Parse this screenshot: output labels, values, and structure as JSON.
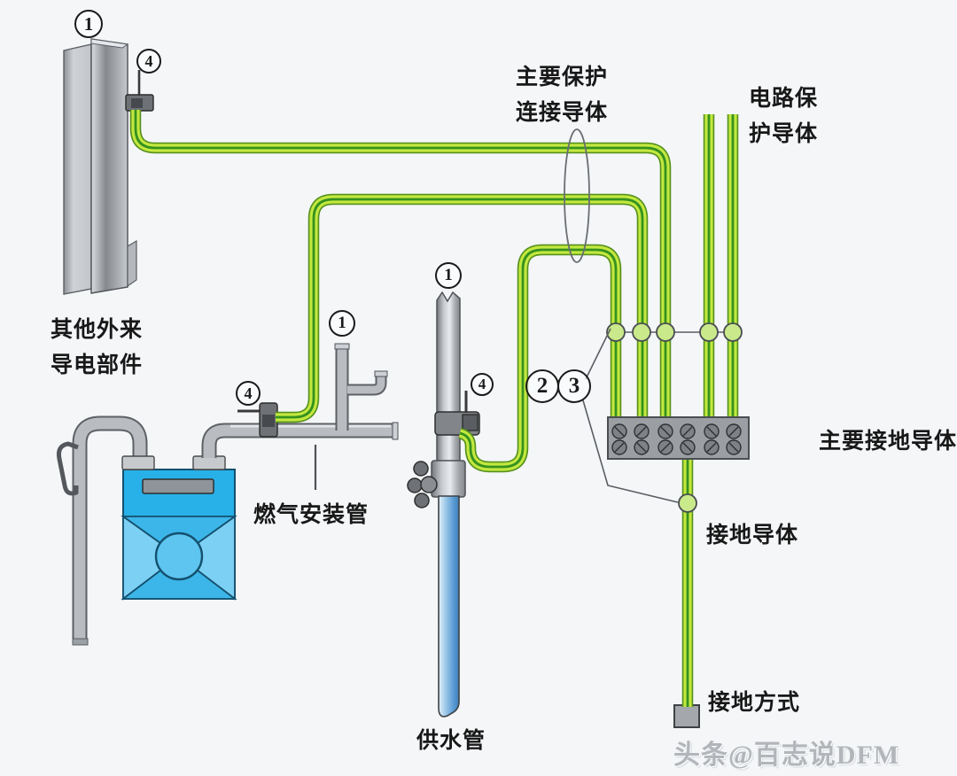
{
  "labels": {
    "main_protective_bonding": "主要保护\n连接导体",
    "circuit_protective_conductor": "电路保\n护导体",
    "other_external_conductive_parts": "其他外来\n导电部件",
    "gas_installation_pipe": "燃气安装管",
    "water_supply_pipe": "供水管",
    "main_earthing_conductor": "主要接地导体",
    "earthing_conductor": "接地导体",
    "earthing_method": "接地方式"
  },
  "markers": {
    "beam_part": "1",
    "beam_clamp": "4",
    "gas_pipe_part": "1",
    "gas_clamp": "4",
    "water_pipe_part": "1",
    "water_clamp": "4",
    "marker_2": "2",
    "marker_3": "3"
  },
  "watermark": "头条@百志说DFM",
  "colors": {
    "background": "#f4f6f8",
    "bonding_wire_body": "#c3e83f",
    "bonding_wire_edge": "#55901c",
    "bonding_wire_core": "#35921f",
    "pipe_gray": "#b9bdc1",
    "meter_blue_top": "#28b0e8",
    "meter_blue_light": "#7cd0f4",
    "water_pipe_blue": "#5e9ed6",
    "terminal_block_gray": "#9b9fa3",
    "text_color": "#181818"
  }
}
